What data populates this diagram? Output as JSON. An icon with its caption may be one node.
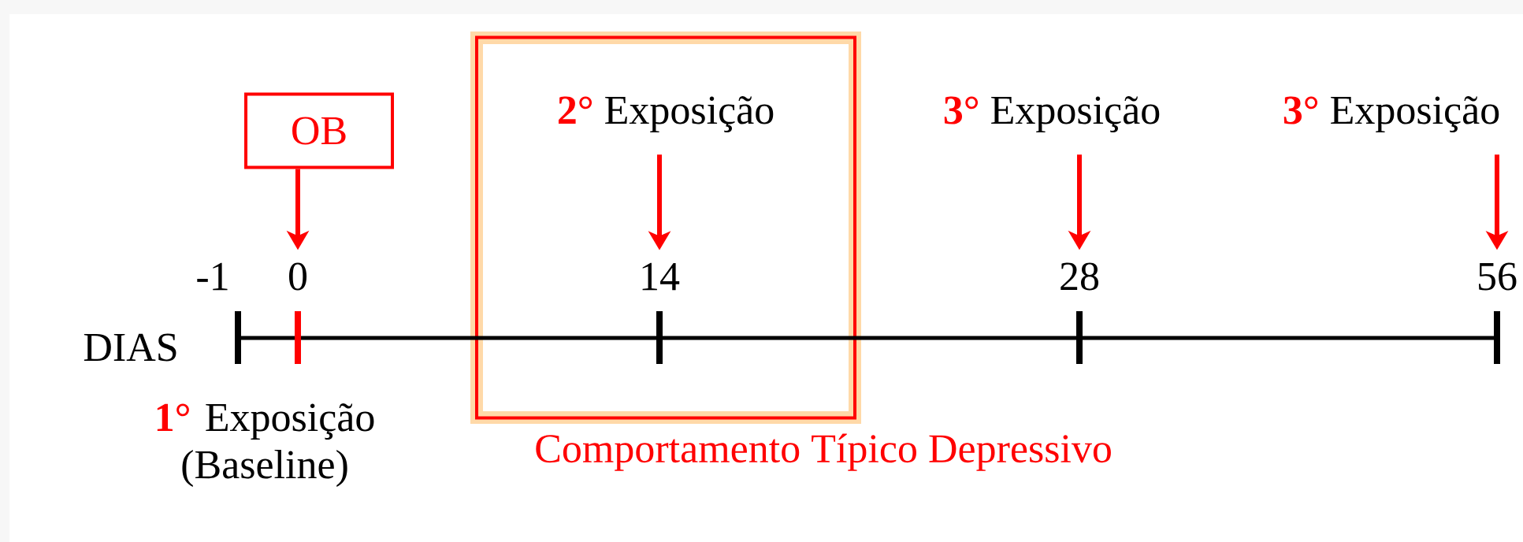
{
  "diagram": {
    "nodes": [
      {
        "text": [
          "Comportamento Típico Depressivo"
        ]
      },
      {
        "text": [
          "OB"
        ]
      },
      {
        "text": [
          "2°",
          "Exposição"
        ],
        "in": 0
      },
      {
        "text": [
          "14"
        ],
        "in": 0
      },
      {
        "text": [
          "3°",
          "Exposição"
        ]
      },
      {
        "text": [
          "28"
        ]
      },
      {
        "text": [
          "3°",
          "Exposição"
        ]
      },
      {
        "text": [
          "56"
        ]
      },
      {
        "text": [
          "0"
        ]
      }
    ],
    "edges": [
      {
        "from": 1,
        "to": 8,
        "arrow": "to"
      },
      {
        "from": 2,
        "to": 3,
        "arrow": "to"
      },
      {
        "from": 4,
        "to": 5,
        "arrow": "to"
      },
      {
        "from": 6,
        "to": 7,
        "arrow": "to"
      }
    ],
    "labels": [
      "DIAS",
      "-1",
      "1°",
      "Exposição (Baseline)"
    ]
  }
}
